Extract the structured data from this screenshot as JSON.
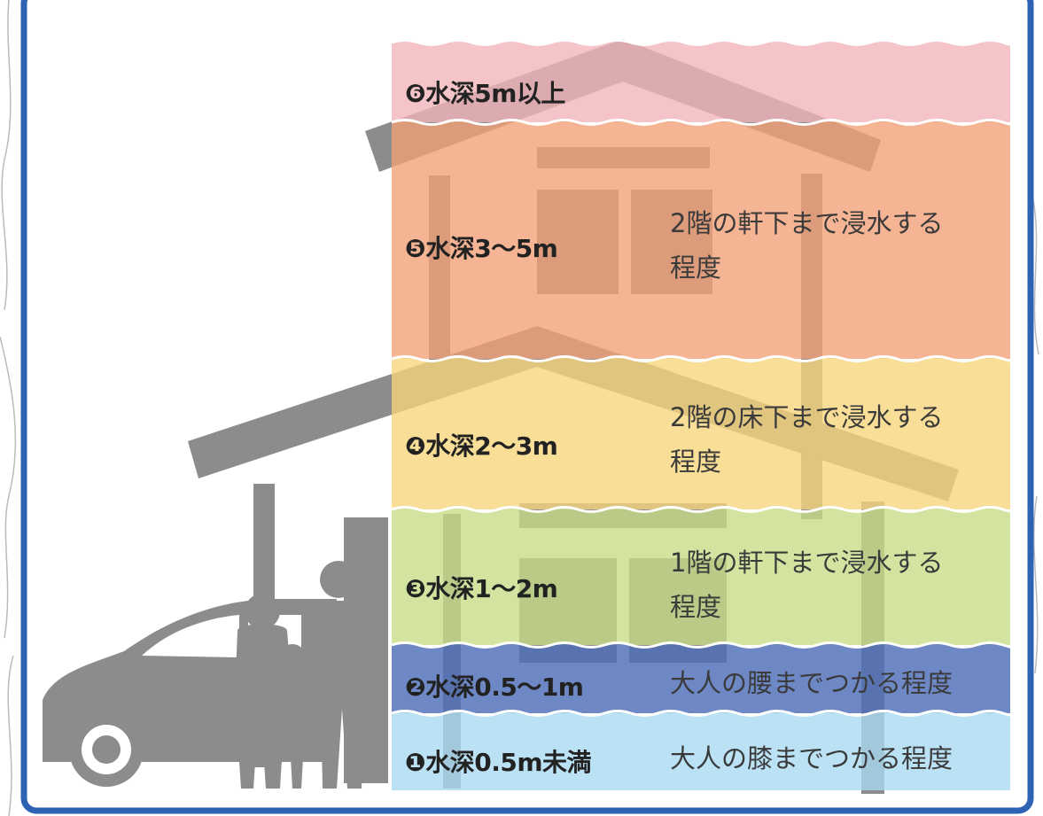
{
  "legend": {
    "items": [
      {
        "num": "❻",
        "depth_label": "水深5m以上",
        "description": ""
      },
      {
        "num": "❺",
        "depth_label": "水深3〜5m",
        "description": "2階の軒下まで浸水する\n程度"
      },
      {
        "num": "❹",
        "depth_label": "水深2〜3m",
        "description": "2階の床下まで浸水する\n程度"
      },
      {
        "num": "❸",
        "depth_label": "水深1〜2m",
        "description": "1階の軒下まで浸水する\n程度"
      },
      {
        "num": "❷",
        "depth_label": "水深0.5〜1m",
        "description": "大人の腰までつかる程度"
      },
      {
        "num": "❶",
        "depth_label": "水深0.5m未満",
        "description": "大人の膝までつかる程度"
      }
    ]
  },
  "colors": {
    "frame_border": "#2e63b3",
    "band6": "#f2b3b8",
    "band5": "#f29f74",
    "band4": "#f7d57a",
    "band3": "#c7dc86",
    "band2": "#4d6eb8",
    "band1": "#a8d9f2",
    "house_gray": "#8c8c8c"
  }
}
